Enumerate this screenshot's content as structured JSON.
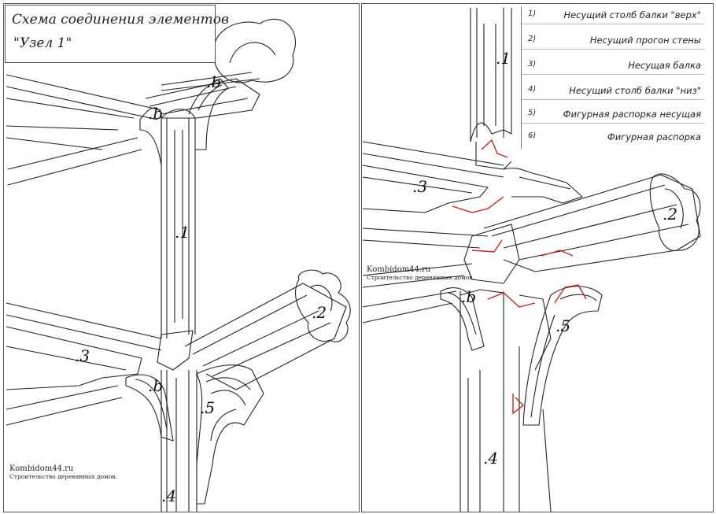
{
  "title": {
    "line1": "Схема соединения элементов",
    "line2": "\"Узел 1\""
  },
  "legend": {
    "items": [
      {
        "num": "1)",
        "text": "Несущий столб балки \"верх\""
      },
      {
        "num": "2)",
        "text": "Несущий прогон стены"
      },
      {
        "num": "3)",
        "text": "Несущая балка"
      },
      {
        "num": "4)",
        "text": "Несущий столб балки \"низ\""
      },
      {
        "num": "5)",
        "text": "Фигурная распорка несущая"
      },
      {
        "num": "6)",
        "text": "Фигурная распорка"
      }
    ]
  },
  "watermarks": [
    {
      "site": "Kombidom44.ru",
      "caption": "Строительство деревянных домов."
    },
    {
      "site": "Kombidom44.ru",
      "caption": "Строительство деревянных домов."
    }
  ],
  "left_labels": {
    "p1": ".1",
    "p2": ".2",
    "p3": ".3",
    "p4": ".4",
    "p5": ".5",
    "p6a": ".b",
    "p6b": ".b"
  },
  "right_labels": {
    "p1": ".1",
    "p2": ".2",
    "p3": ".3",
    "p4": ".4",
    "p5": ".5",
    "p6": ".b"
  },
  "colors": {
    "line": "#222222",
    "cut": "#cc2222",
    "background": "#ffffff"
  }
}
